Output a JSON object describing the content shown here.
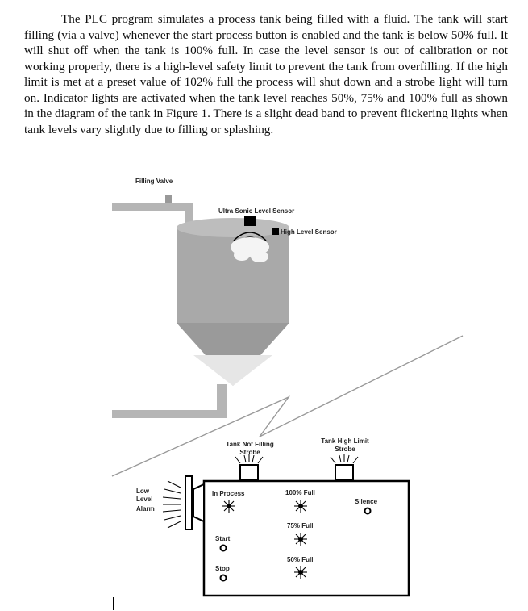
{
  "document": {
    "paragraph": "The PLC program simulates a process tank being filled with a fluid. The tank will start filling (via a valve) whenever the start process button is enabled and the tank is below 50% full. It will shut off when the tank is 100% full. In case the level sensor is out of calibration or not working properly, there is a high-level safety limit to prevent the tank from overfilling. If the high limit is met at a preset value of 102% full the process will shut down and a strobe light will turn on. Indicator lights are activated when the tank level reaches 50%, 75% and 100% full as shown in the diagram of the tank in Figure 1. There is a slight dead band to prevent flickering lights when tank levels vary slightly due to filling or splashing."
  },
  "diagram": {
    "filling_valve": "Filling Valve",
    "ultrasonic_sensor": "Ultra Sonic Level Sensor",
    "high_level_sensor": "High Level Sensor",
    "tank_not_filling": [
      "Tank Not Filling",
      "Strobe"
    ],
    "tank_high_limit": [
      "Tank High Limit",
      "Strobe"
    ],
    "low_level_alarm": [
      "Low",
      "Level",
      "Alarm"
    ],
    "in_process": "In Process",
    "full_100": "100% Full",
    "full_75": "75% Full",
    "full_50": "50% Full",
    "silence": "Silence",
    "start": "Start",
    "stop": "Stop"
  },
  "colors": {
    "tank_gray": "#a9a9a9",
    "cone_light": "#e6e6e6",
    "line": "#000000"
  }
}
